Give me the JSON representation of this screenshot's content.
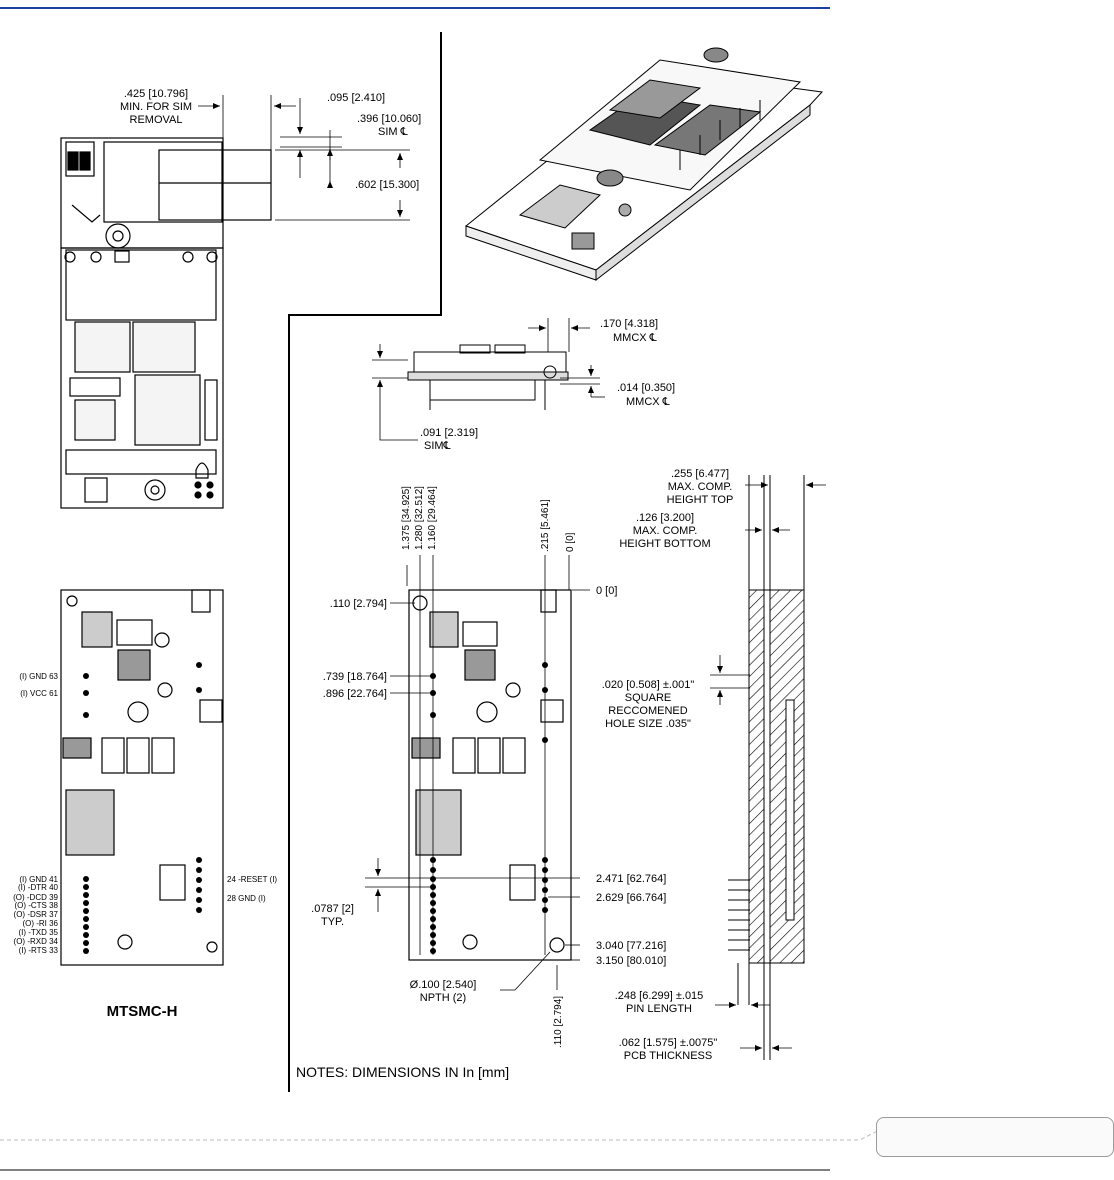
{
  "top_view": {
    "dims": [
      {
        "l1": ".425 [10.796]",
        "l2": "MIN. FOR SIM",
        "l3": "REMOVAL"
      },
      {
        "l1": ".095 [2.410]"
      },
      {
        "l1": ".396 [10.060]",
        "l2": "SIM ℄"
      },
      {
        "l1": ".602 [15.300]"
      }
    ]
  },
  "side_view": {
    "dims": [
      {
        "l1": ".170 [4.318]",
        "l2": "MMCX ℄"
      },
      {
        "l1": ".014 [0.350]",
        "l2": "MMCX ℄"
      },
      {
        "l1": ".091 [2.319]",
        "l2": "SIM℄"
      }
    ]
  },
  "bottom_view": {
    "title": "MTSMC-H",
    "left_pins": [
      "(I) GND  63",
      "(I) VCC  61",
      "(I) GND  41",
      "(I) -DTR  40",
      "(O) -DCD  39",
      "(O) -CTS  38",
      "(O) -DSR  37",
      "(O) -RI  36",
      "(I) -TXD  35",
      "(O) -RXD  34",
      "(I) -RTS  33"
    ],
    "right_pins": [
      "24  -RESET (I)",
      "28  GND (I)"
    ]
  },
  "footprint": {
    "top_labels": [
      "1.375 [34.925]",
      "1.280 [32.512]",
      "1.160 [29.464]",
      ".215 [5.461]",
      "0 [0]"
    ],
    "left_labels": [
      ".110 [2.794]",
      ".739 [18.764]",
      ".896 [22.764]",
      ".0787 [2]",
      "TYP."
    ],
    "right_labels": [
      "0 [0]",
      "2.471 [62.764]",
      "2.629 [66.764]",
      "3.040 [77.216]",
      "3.150 [80.010]"
    ],
    "hole": {
      "l1": "Ø.100 [2.540]",
      "l2": "NPTH (2)"
    },
    "bottom_label": ".110 [2.794]"
  },
  "edge_view": {
    "dims": [
      {
        "l1": ".255 [6.477]",
        "l2": "MAX. COMP.",
        "l3": "HEIGHT TOP"
      },
      {
        "l1": ".126 [3.200]",
        "l2": "MAX. COMP.",
        "l3": "HEIGHT BOTTOM"
      },
      {
        "l1": ".020 [0.508] ±.001\"",
        "l2": "SQUARE",
        "l3": "RECCOMENED",
        "l4": "HOLE SIZE .035\""
      },
      {
        "l1": ".248 [6.299]  ±.015",
        "l2": "PIN LENGTH"
      },
      {
        "l1": ".062 [1.575] ±.0075\"",
        "l2": "PCB THICKNESS"
      }
    ]
  },
  "notes": "NOTES: DIMENSIONS IN  In [mm]",
  "colors": {
    "header_rule": "#1f3fa8",
    "line": "#000000",
    "footer_box": "#9a9a9a"
  }
}
